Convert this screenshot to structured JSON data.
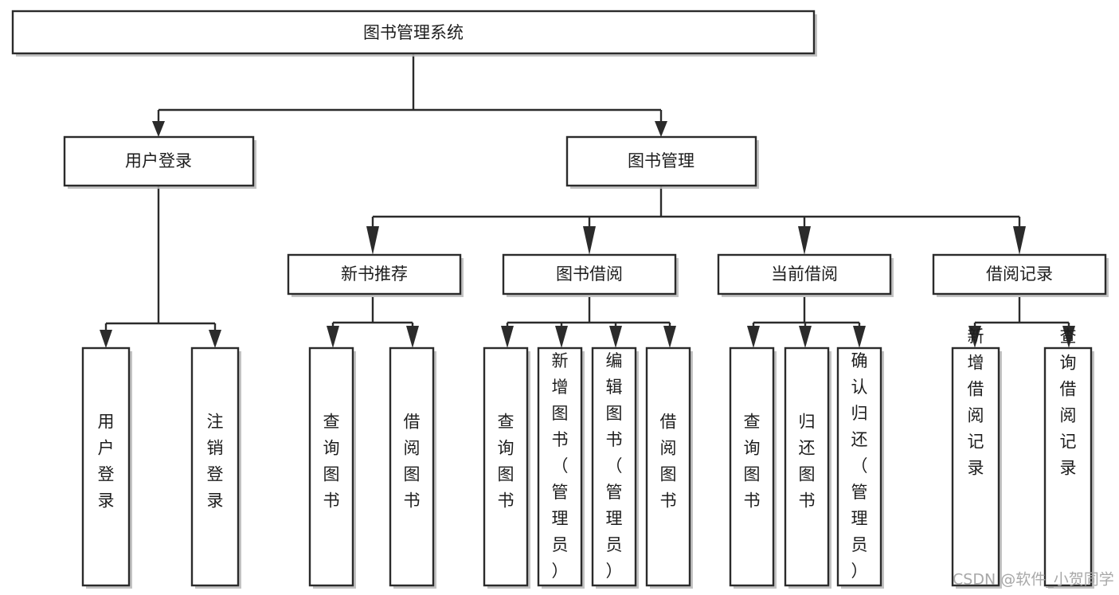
{
  "diagram": {
    "title": "图书管理系统",
    "type": "tree-hierarchy-chart",
    "watermark": "CSDN @软件_小贺同学",
    "colors": {
      "background": "#ffffff",
      "box_fill": "#ffffff",
      "box_stroke": "#2b2b2b",
      "edge": "#2b2b2b",
      "shadow": "#b9b9b9",
      "text": "#1d1d1d",
      "watermark": "#a8a8a8"
    },
    "nodes": {
      "root": {
        "label": "图书管理系统",
        "level": 0,
        "orientation": "horizontal"
      },
      "l1": [
        {
          "id": "user-login",
          "label": "用户登录",
          "level": 1,
          "orientation": "horizontal"
        },
        {
          "id": "book-manage",
          "label": "图书管理",
          "level": 1,
          "orientation": "horizontal"
        }
      ],
      "l2": [
        {
          "id": "new-book-recommend",
          "label": "新书推荐",
          "level": 2,
          "orientation": "horizontal"
        },
        {
          "id": "book-borrow",
          "label": "图书借阅",
          "level": 2,
          "orientation": "horizontal"
        },
        {
          "id": "current-borrow",
          "label": "当前借阅",
          "level": 2,
          "orientation": "horizontal"
        },
        {
          "id": "borrow-record",
          "label": "借阅记录",
          "level": 2,
          "orientation": "horizontal"
        }
      ],
      "leaves": {
        "user-login": [
          {
            "id": "leaf-user-login",
            "label": "用户登录",
            "orientation": "vertical"
          },
          {
            "id": "leaf-logout-login",
            "label": "注销登录",
            "orientation": "vertical"
          }
        ],
        "new-book-recommend": [
          {
            "id": "leaf-query-book-1",
            "label": "查询图书",
            "orientation": "vertical"
          },
          {
            "id": "leaf-borrow-book-1",
            "label": "借阅图书",
            "orientation": "vertical"
          }
        ],
        "book-borrow": [
          {
            "id": "leaf-query-book-2",
            "label": "查询图书",
            "orientation": "vertical"
          },
          {
            "id": "leaf-add-book",
            "label": "新增图书（管理员）",
            "orientation": "vertical"
          },
          {
            "id": "leaf-edit-book",
            "label": "编辑图书（管理员）",
            "orientation": "vertical"
          },
          {
            "id": "leaf-borrow-book-2",
            "label": "借阅图书",
            "orientation": "vertical"
          }
        ],
        "current-borrow": [
          {
            "id": "leaf-query-book-3",
            "label": "查询图书",
            "orientation": "vertical"
          },
          {
            "id": "leaf-return-book",
            "label": "归还图书",
            "orientation": "vertical"
          },
          {
            "id": "leaf-confirm-return",
            "label": "确认归还（管理员）",
            "orientation": "vertical"
          }
        ],
        "borrow-record": [
          {
            "id": "leaf-add-record",
            "label": "新增借阅记录",
            "orientation": "vertical"
          },
          {
            "id": "leaf-query-record",
            "label": "查询借阅记录",
            "orientation": "vertical"
          }
        ]
      }
    }
  }
}
